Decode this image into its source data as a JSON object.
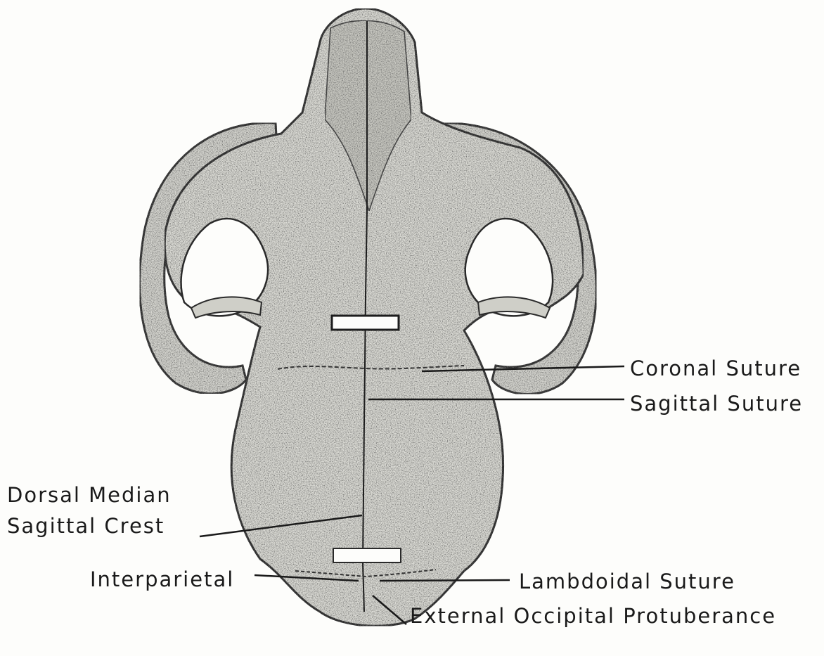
{
  "labels": {
    "coronal": "Coronal Suture",
    "sagittal": "Sagittal Suture",
    "dorsal_line1": "Dorsal Median",
    "dorsal_line2": "Sagittal Crest",
    "interparietal": "Interparietal",
    "lambdoidal": "Lambdoidal Suture",
    "external_occipital": "External Occipital Protuberance"
  },
  "colors": {
    "ink": "#1a1a1a",
    "bone": "#d9d9d4",
    "paper": "#fdfdfb"
  }
}
